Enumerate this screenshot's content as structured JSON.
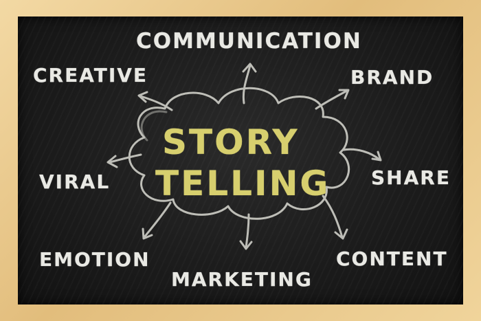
{
  "center": {
    "line1": "STORY",
    "line2": "TELLING"
  },
  "words": {
    "communication": "COMMUNICATION",
    "creative": "CREATIVE",
    "brand": "BRAND",
    "viral": "VIRAL",
    "share": "SHARE",
    "emotion": "EMOTION",
    "marketing": "MARKETING",
    "content": "CONTENT"
  },
  "colors": {
    "chalk": "#e9e9e4",
    "accent": "#d7cf6e",
    "frame": "#e2bd7c",
    "board": "#1c1c1c"
  }
}
